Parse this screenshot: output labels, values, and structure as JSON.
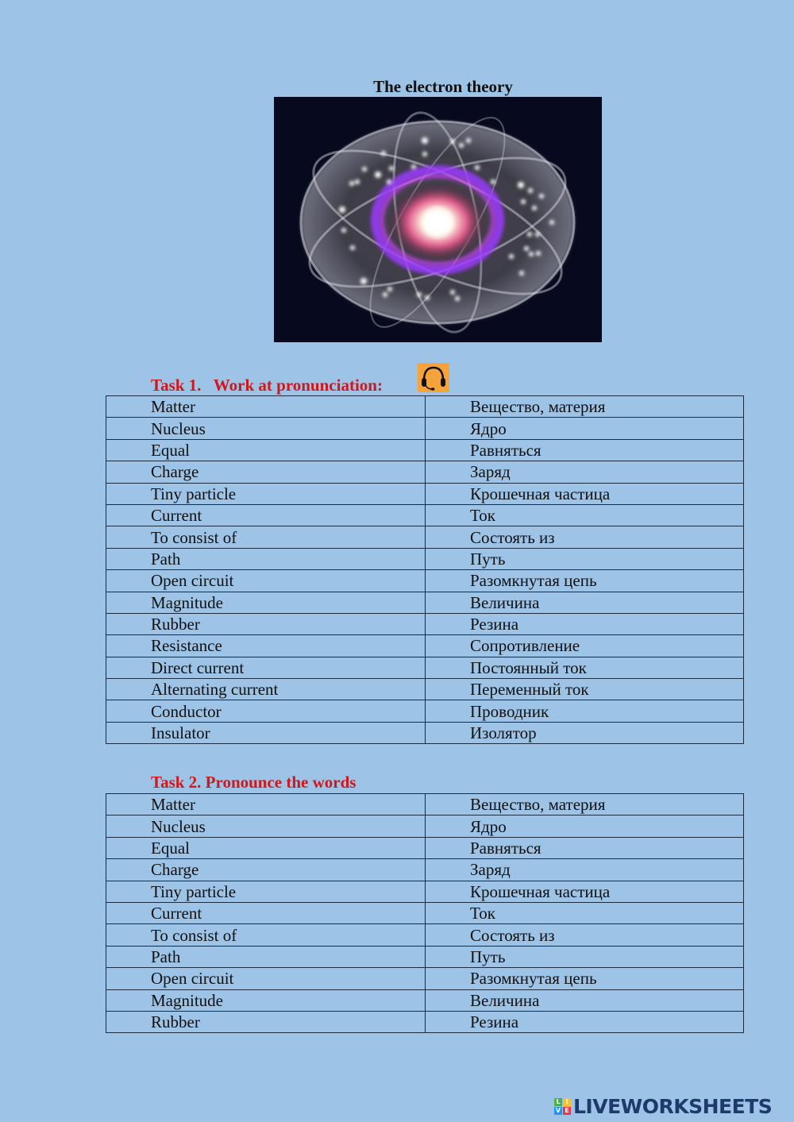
{
  "page": {
    "title": "The electron theory",
    "background_color": "#9dc3e6",
    "image_alt": "Atom illustration with glowing nucleus and electron orbits"
  },
  "task1": {
    "heading": "Task 1.   Work at pronunciation:",
    "icon": "headphones-icon",
    "rows": [
      {
        "en": "Matter",
        "ru": "Вещество, материя"
      },
      {
        "en": "Nucleus",
        "ru": "Ядро"
      },
      {
        "en": "Equal",
        "ru": "Равняться"
      },
      {
        "en": "Charge",
        "ru": "Заряд"
      },
      {
        "en": "Tiny particle",
        "ru": "Крошечная частица"
      },
      {
        "en": "Current",
        "ru": "Ток"
      },
      {
        "en": "To consist  of",
        "ru": "Состоять из"
      },
      {
        "en": "Path",
        "ru": "Путь"
      },
      {
        "en": "Open circuit",
        "ru": "Разомкнутая цепь"
      },
      {
        "en": "Magnitude",
        "ru": "Величина"
      },
      {
        "en": "Rubber",
        "ru": "Резина"
      },
      {
        "en": "Resistance",
        "ru": "Сопротивление"
      },
      {
        "en": "Direct current",
        "ru": "Постоянный ток"
      },
      {
        "en": "Alternating current",
        "ru": "Переменный ток"
      },
      {
        "en": "Conductor",
        "ru": "Проводник"
      },
      {
        "en": "Insulator",
        "ru": "Изолятор"
      }
    ]
  },
  "task2": {
    "heading": "Task 2. Pronounce the words",
    "rows": [
      {
        "en": "Matter",
        "ru": "Вещество, материя"
      },
      {
        "en": "Nucleus",
        "ru": "Ядро"
      },
      {
        "en": "Equal",
        "ru": "Равняться"
      },
      {
        "en": "Charge",
        "ru": "Заряд"
      },
      {
        "en": "Tiny particle",
        "ru": "Крошечная частица"
      },
      {
        "en": "Current",
        "ru": "Ток"
      },
      {
        "en": "To consist  of",
        "ru": "Состоять из"
      },
      {
        "en": "Path",
        "ru": "Путь"
      },
      {
        "en": "Open circuit",
        "ru": "Разомкнутая цепь"
      },
      {
        "en": "Magnitude",
        "ru": "Величина"
      },
      {
        "en": "Rubber",
        "ru": "Резина"
      }
    ]
  },
  "brand": {
    "logo_letters": [
      "L",
      "I",
      "V",
      "E"
    ],
    "logo_colors": [
      "#4caf50",
      "#fbc02d",
      "#2196f3",
      "#e53950"
    ],
    "text": "LIVEWORKSHEETS"
  }
}
